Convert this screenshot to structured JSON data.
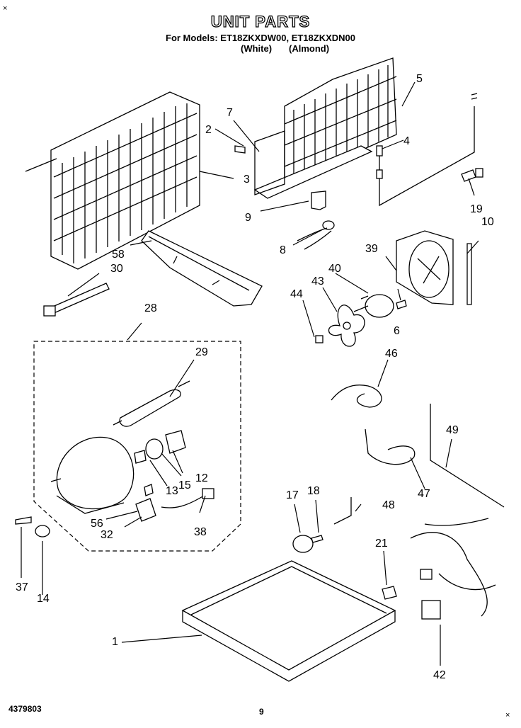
{
  "title": "UNIT PARTS",
  "models_line": "For Models: ET18ZKXDW00, ET18ZKXDN00",
  "variants": [
    "(White)",
    "(Almond)"
  ],
  "doc_number": "4379803",
  "page_number": "9",
  "corner_marks": [
    "×",
    "×"
  ],
  "callouts": {
    "c1": "1",
    "c2": "2",
    "c3": "3",
    "c4": "4",
    "c5": "5",
    "c6": "6",
    "c7": "7",
    "c8": "8",
    "c9": "9",
    "c10": "10",
    "c12": "12",
    "c13": "13",
    "c14": "14",
    "c15": "15",
    "c17": "17",
    "c18": "18",
    "c19": "19",
    "c21": "21",
    "c28": "28",
    "c29": "29",
    "c30": "30",
    "c32": "32",
    "c37": "37",
    "c38": "38",
    "c39": "39",
    "c40": "40",
    "c42": "42",
    "c43": "43",
    "c44": "44",
    "c46": "46",
    "c47": "47",
    "c48": "48",
    "c49": "49",
    "c56": "56",
    "c58": "58"
  }
}
